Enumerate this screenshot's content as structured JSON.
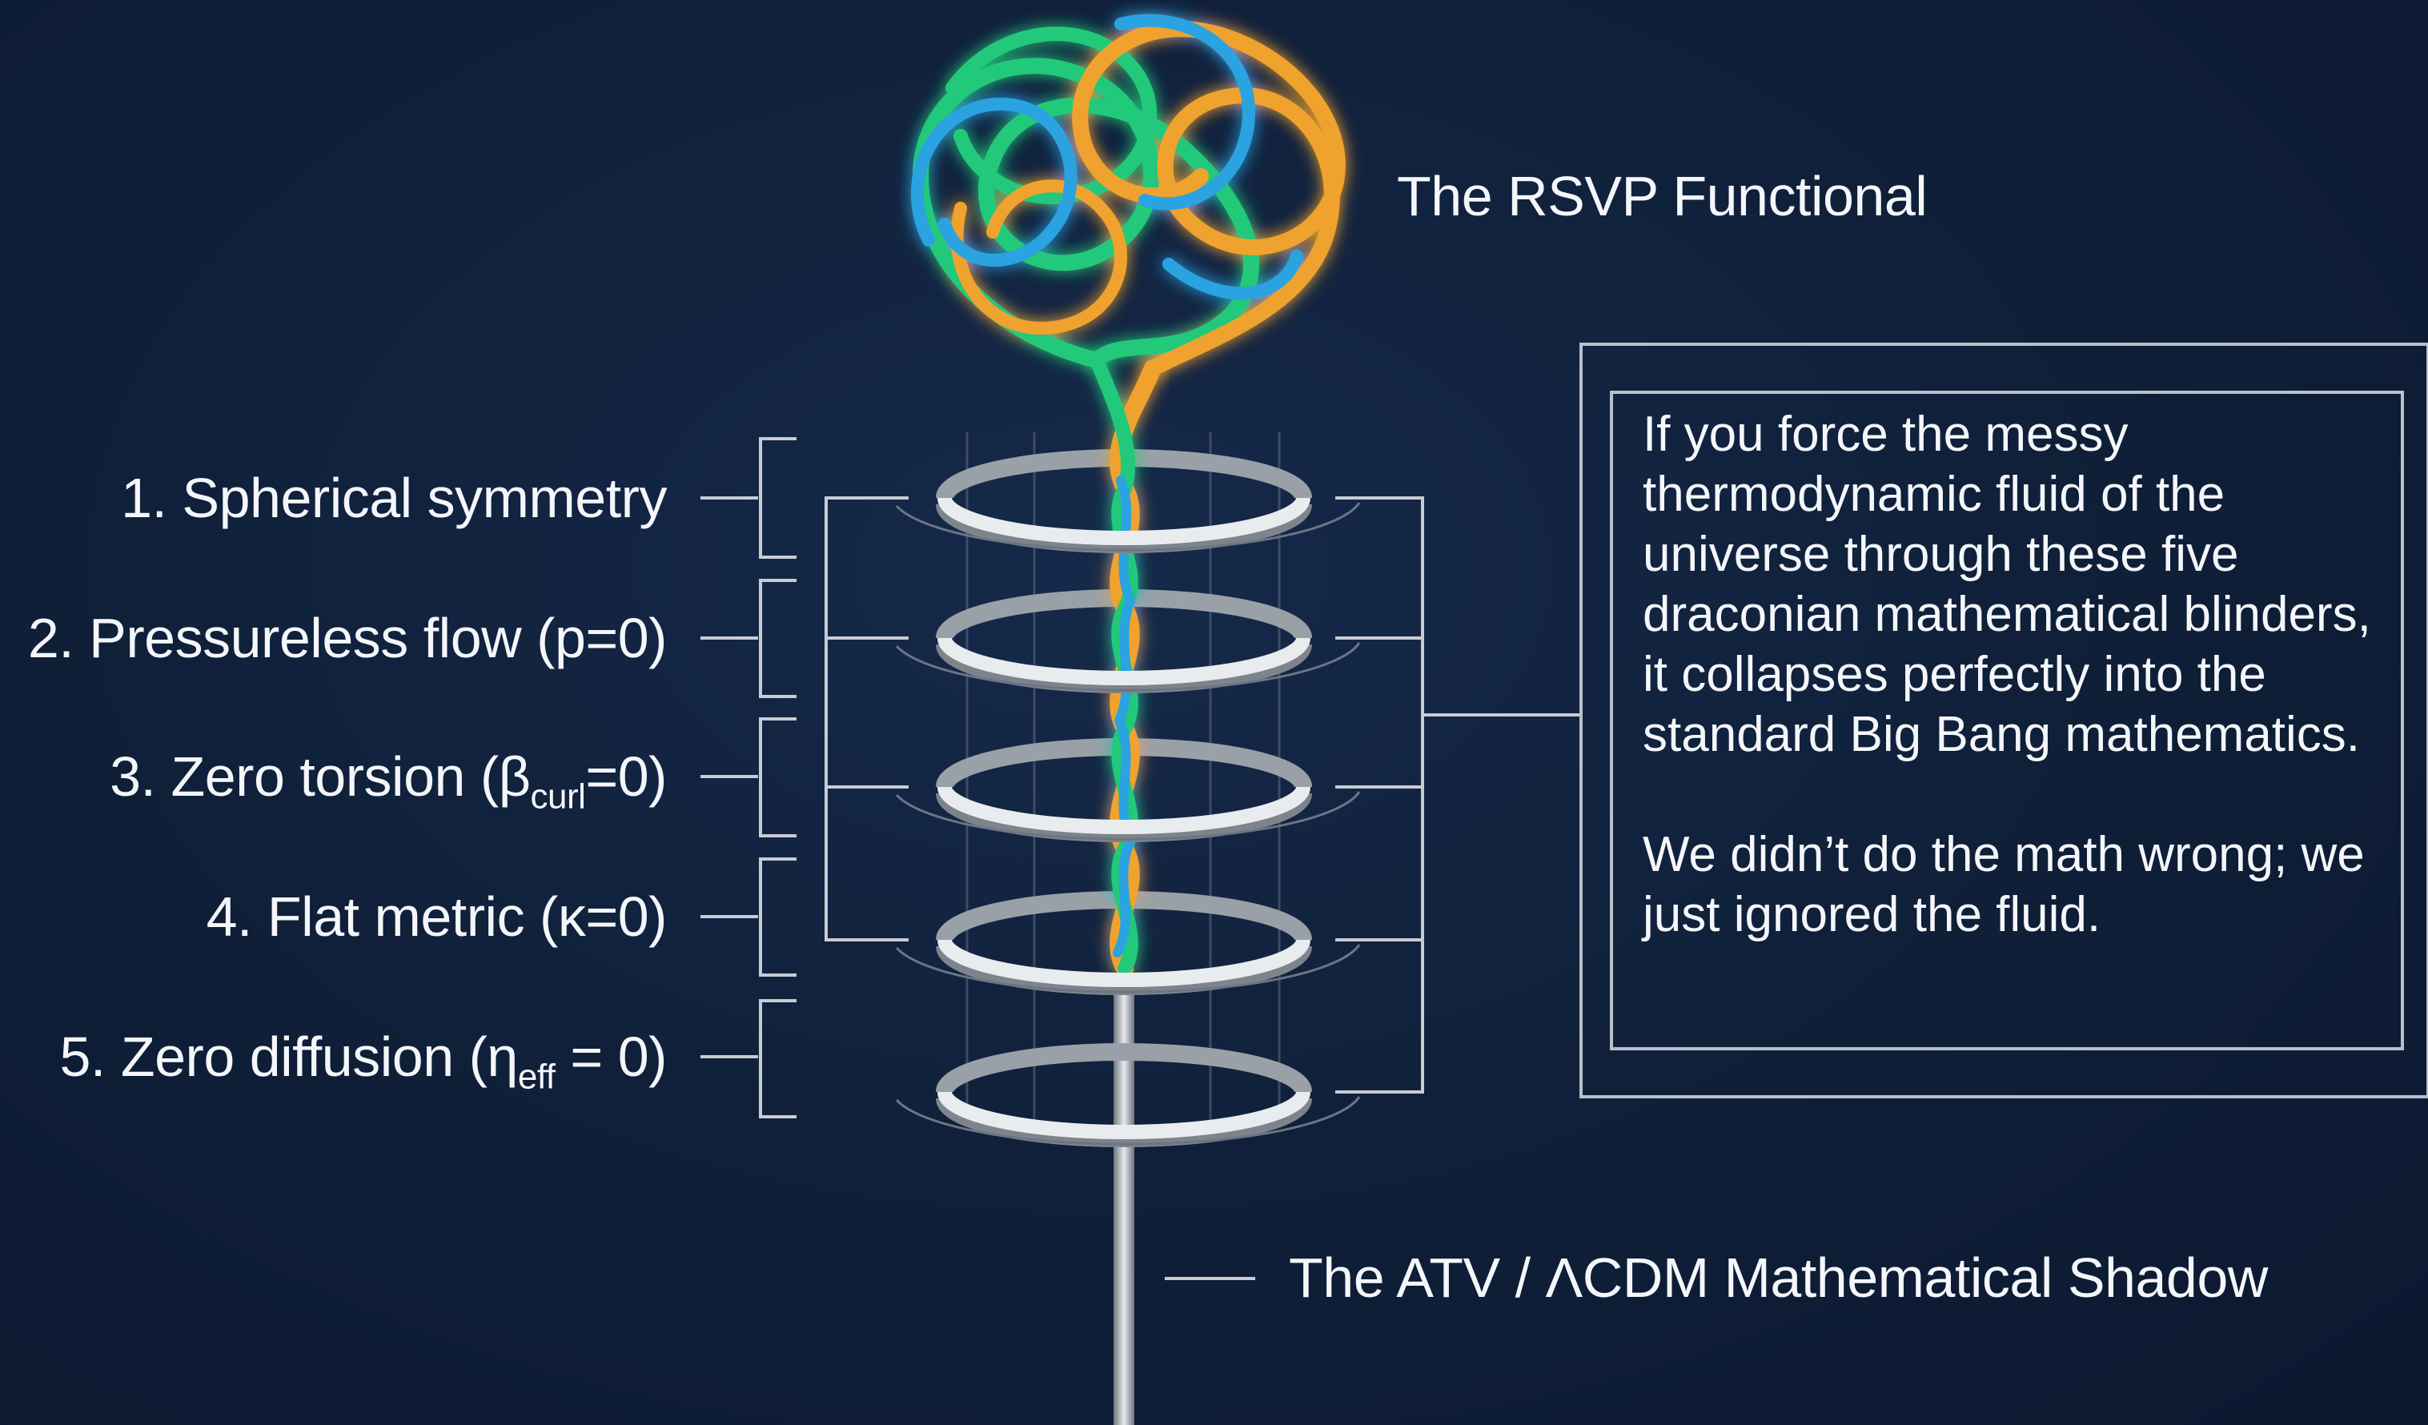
{
  "title_top": "The RSVP Functional",
  "title_bottom": "The ATV / ΛCDM Mathematical Shadow",
  "conditions": [
    {
      "number": "1.",
      "text": "Spherical symmetry"
    },
    {
      "number": "2.",
      "text": "Pressureless flow (p=0)"
    },
    {
      "number": "3.",
      "pre": "Zero torsion (β",
      "sub": "curl",
      "post": "=0)"
    },
    {
      "number": "4.",
      "text": "Flat metric (κ=0)"
    },
    {
      "number": "5.",
      "pre": "Zero diffusion (η",
      "sub": "eff",
      "post": " = 0)"
    }
  ],
  "callout": {
    "paragraph1": "If you force the messy thermodynamic fluid of the universe through these five draconian mathematical blinders, it collapses perfectly into the standard Big Bang mathematics.",
    "paragraph2": "We didn’t do the math wrong; we just ignored the fluid."
  },
  "colors": {
    "background": "#0f1f38",
    "strand_green": "#22c97a",
    "strand_orange": "#f0a22e",
    "strand_blue": "#2aa3e0",
    "ring": "#cfd3d8",
    "line": "#c8ccd2"
  }
}
